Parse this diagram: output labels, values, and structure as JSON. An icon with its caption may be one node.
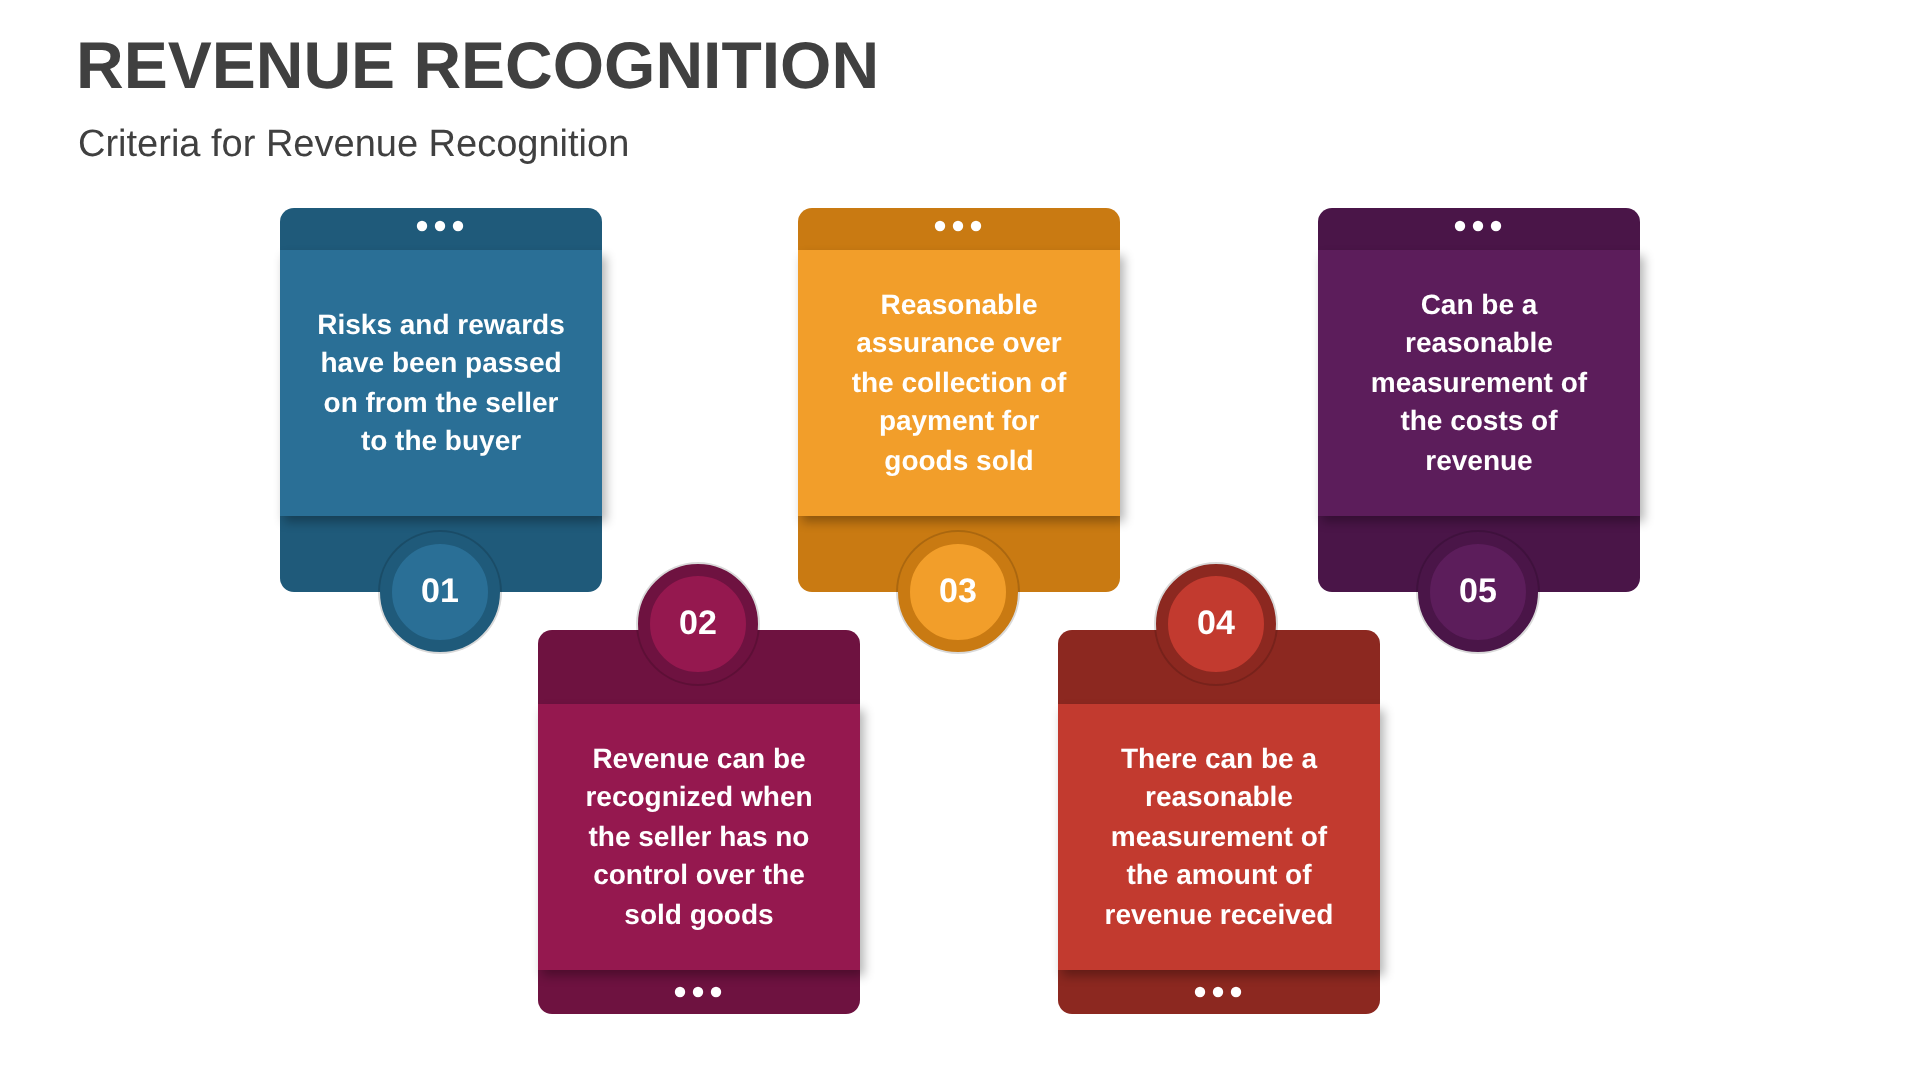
{
  "diagram": {
    "title": "REVENUE RECOGNITION",
    "nodes": [
      {
        "text": [
          "Risks and rewards have been passed on from the seller to the buyer"
        ]
      },
      {
        "text": [
          "01"
        ]
      },
      {
        "text": [
          "Revenue can be recognized when the seller has no control over the sold goods"
        ]
      },
      {
        "text": [
          "02"
        ]
      },
      {
        "text": [
          "Reasonable assurance over the collection of payment for goods sold"
        ]
      },
      {
        "text": [
          "03"
        ]
      },
      {
        "text": [
          "There can be a reasonable measurement of the amount of revenue received"
        ]
      },
      {
        "text": [
          "04"
        ]
      },
      {
        "text": [
          "Can be a reasonable measurement of the costs of revenue"
        ]
      },
      {
        "text": [
          "05"
        ]
      }
    ],
    "labels": [
      "Criteria for Revenue Recognition"
    ]
  }
}
